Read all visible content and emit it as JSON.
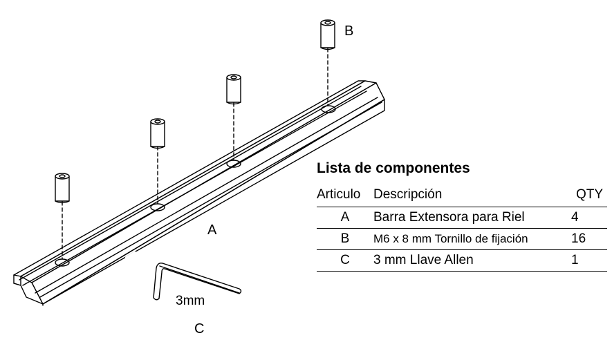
{
  "labels": {
    "rail": "A",
    "screw": "B",
    "wrench": "C",
    "wrench_size": "3mm"
  },
  "parts_table": {
    "title": "Lista de componentes",
    "headers": [
      "Articulo",
      "Descripción",
      "QTY"
    ],
    "rows": [
      {
        "item": "A",
        "description": "Barra Extensora para Riel",
        "qty": "4"
      },
      {
        "item": "B",
        "description": "M6 x 8 mm Tornillo de fijación",
        "qty": "16"
      },
      {
        "item": "C",
        "description": "3 mm Llave Allen",
        "qty": "1"
      }
    ]
  }
}
